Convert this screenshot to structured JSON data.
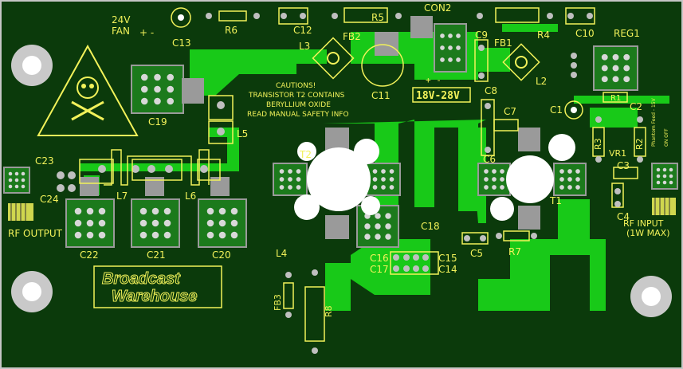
{
  "colors": {
    "board": "#0b3a0b",
    "copper": "#18c918",
    "silkscreen": "#f2f25a",
    "pad": "#d8d8d8",
    "hole": "#ffffff",
    "darkpad": "#1c7a1c",
    "edge": "#c6c6c6"
  },
  "labels": {
    "fan": [
      "24V",
      "FAN"
    ],
    "fan_pins": "+ -",
    "c13": "C13",
    "r6": "R6",
    "c12": "C12",
    "r5": "R5",
    "fb2": "FB2",
    "con2": "CON2",
    "l3": "L3",
    "c11": "C11",
    "c9": "C9",
    "fb1": "FB1",
    "r4": "R4",
    "c10": "C10",
    "reg1": "REG1",
    "l2": "L2",
    "c8": "C8",
    "c7": "C7",
    "c6": "C6",
    "c1": "C1",
    "r1": "R1",
    "c2": "C2",
    "r3": "R3",
    "vr1": "VR1",
    "r2": "R2",
    "c3": "C3",
    "c4": "C4",
    "t1": "T1",
    "t2": "T2",
    "c19": "C19",
    "l5": "L5",
    "c23": "C23",
    "c24": "C24",
    "l7": "L7",
    "l6": "L6",
    "c22": "C22",
    "c21": "C21",
    "c20": "C20",
    "c18": "C18",
    "c16": "C16",
    "c17": "C17",
    "c15": "C15",
    "c14": "C14",
    "c5": "C5",
    "r7": "R7",
    "l4": "L4",
    "fb3": "FB3",
    "r8": "R8",
    "supply": "18V-28V",
    "supply_pins": "+   -",
    "rf_output": "RF OUTPUT",
    "rf_input": [
      "RF INPUT",
      "(1W MAX)"
    ],
    "logo_line1": "Broadcast",
    "logo_line2": "Warehouse",
    "caution": [
      "CAUTIONS!",
      "TRANSISTOR T2 CONTAINS",
      "BERYLLIUM OXIDE",
      "READ MANUAL SAFETY INFO"
    ],
    "side_vertical": [
      "Phantom Feed - 15V",
      "ON  OFF"
    ]
  }
}
